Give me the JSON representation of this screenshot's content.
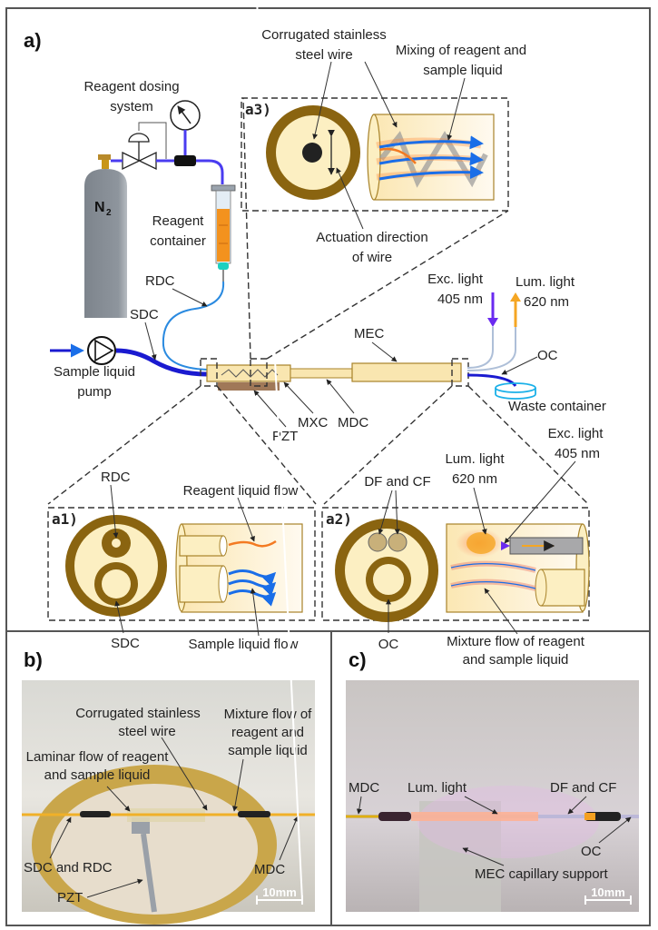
{
  "panels": {
    "a": {
      "label": "a)",
      "labels": {
        "reagent_dosing": [
          "Reagent dosing",
          "system"
        ],
        "n2": "N",
        "n2_sub": "2",
        "reagent_container": [
          "Reagent",
          "container"
        ],
        "rdc": "RDC",
        "sdc": "SDC",
        "sample_pump": [
          "Sample liquid",
          "pump"
        ],
        "pzt": "PZT",
        "mxc": "MXC",
        "mdc": "MDC",
        "mec": "MEC",
        "oc": "OC",
        "exc_light": [
          "Exc. light",
          "405 nm"
        ],
        "lum_light": [
          "Lum. light",
          "620 nm"
        ],
        "waste": "Waste  container"
      },
      "insets": {
        "a1": {
          "label": "a1)",
          "rdc": "RDC",
          "sdc": "SDC",
          "reagent_flow": "Reagent liquid flow",
          "sample_flow": "Sample liquid flow"
        },
        "a2": {
          "label": "a2)",
          "df_cf": "DF and CF",
          "oc": "OC",
          "lum_light": [
            "Lum. light",
            "620 nm"
          ],
          "exc_light": [
            "Exc. light",
            "405 nm"
          ],
          "mixture_flow": [
            "Mixture flow of reagent",
            "and sample liquid"
          ]
        },
        "a3": {
          "label": "a3)",
          "wire": [
            "Corrugated stainless",
            "steel wire"
          ],
          "mixing": [
            "Mixing of reagent and",
            "sample liquid"
          ],
          "actuation": [
            "Actuation direction",
            "of wire"
          ]
        }
      }
    },
    "b": {
      "label": "b)",
      "wire": [
        "Corrugated stainless",
        "steel wire"
      ],
      "mixture": [
        "Mixture flow of",
        "reagent and",
        "sample liquid"
      ],
      "laminar": [
        "Laminar flow of reagent",
        "and sample liquid"
      ],
      "sdc_rdc": "SDC and RDC",
      "mdc": "MDC",
      "pzt": "PZT",
      "scale": "10mm"
    },
    "c": {
      "label": "c)",
      "mdc": "MDC",
      "lum": "Lum. light",
      "df_cf": "DF and CF",
      "oc": "OC",
      "support": "MEC capillary support",
      "scale": "10mm"
    }
  },
  "colors": {
    "tube_fill": "#f9e6b0",
    "tube_edge": "#a8832a",
    "ring": "#8a6410",
    "ring_inner": "#fcefc2",
    "n2_line": "#4a3cf0",
    "sample_blue": "#1a1ad0",
    "rdc_blue": "#2a8ae0",
    "reagent_orange": "#f39a22",
    "exc_violet": "#6a2af0",
    "lum_orange": "#f5a623",
    "waste_cyan": "#1ab0e8",
    "pzt_brown": "#a07858",
    "cylinder": "#8a9099"
  }
}
